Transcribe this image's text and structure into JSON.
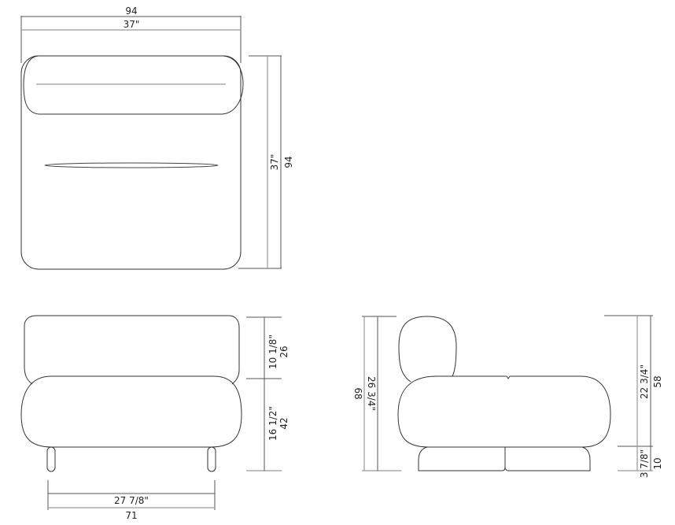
{
  "drawing": {
    "title": "Lounge chair dimension drawing",
    "units": {
      "primary": "cm",
      "secondary": "inches"
    },
    "line_color": "#333333",
    "dimension_line_color": "#555555",
    "secondary_line_color": "#9a9a9a"
  },
  "top_view": {
    "width_cm": "94",
    "width_in": "37\"",
    "depth_cm": "94",
    "depth_in": "37\""
  },
  "front_view": {
    "backrest_height_cm": "26",
    "backrest_height_in": "10 1/8\"",
    "seat_height_cm": "42",
    "seat_height_in": "16 1/2\"",
    "leg_span_cm": "71",
    "leg_span_in": "27 7/8\""
  },
  "side_view": {
    "total_height_cm": "68",
    "total_height_in": "26 3/4\"",
    "body_height_cm": "58",
    "body_height_in": "22 3/4\"",
    "base_height_cm": "10",
    "base_height_in": "3 7/8\""
  }
}
